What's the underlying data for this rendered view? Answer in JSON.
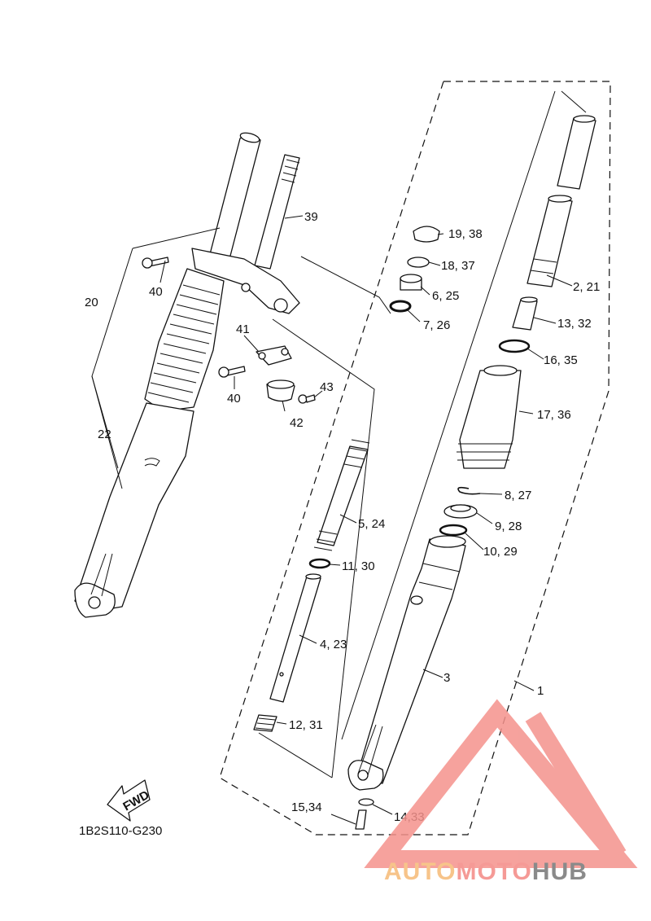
{
  "diagram": {
    "code": "1B2S110-G230",
    "fwd_label": "FWD",
    "labels": {
      "p1": "1",
      "p2_21": "2, 21",
      "p3": "3",
      "p4_23": "4, 23",
      "p5_24": "5, 24",
      "p6_25": "6, 25",
      "p7_26": "7, 26",
      "p8_27": "8, 27",
      "p9_28": "9, 28",
      "p10_29": "10, 29",
      "p11_30": "11, 30",
      "p12_31": "12, 31",
      "p13_32": "13, 32",
      "p14_33": "14,33",
      "p15_34": "15,34",
      "p16_35": "16, 35",
      "p17_36": "17, 36",
      "p18_37": "18, 37",
      "p19_38": "19, 38",
      "p20": "20",
      "p22": "22",
      "p39": "39",
      "p40a": "40",
      "p40b": "40",
      "p41": "41",
      "p42": "42",
      "p43": "43"
    }
  },
  "watermark": {
    "part1": "AUTO",
    "part2": "MOTO",
    "part3": "HUB",
    "colors": {
      "auto": "#f7c48a",
      "moto": "#f59a96",
      "hub": "#8a8a8a",
      "logo": "#f4928c"
    }
  }
}
